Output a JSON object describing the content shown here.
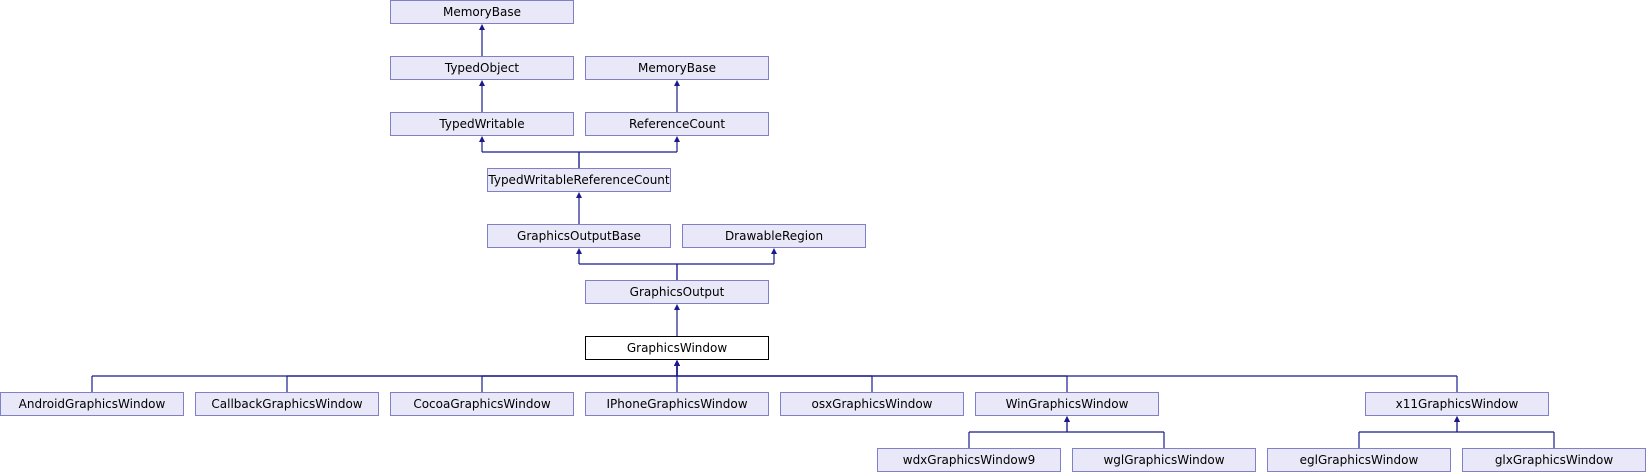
{
  "nodes": {
    "memorybase_a": "MemoryBase",
    "typedobject": "TypedObject",
    "memorybase_b": "MemoryBase",
    "typedwritable": "TypedWritable",
    "referencecount": "ReferenceCount",
    "typedwritablereferencecount": "TypedWritableReferenceCount",
    "graphicsoutputbase": "GraphicsOutputBase",
    "drawableregion": "DrawableRegion",
    "graphicsoutput": "GraphicsOutput",
    "graphicswindow": "GraphicsWindow",
    "androidgraphicswindow": "AndroidGraphicsWindow",
    "callbackgraphicswindow": "CallbackGraphicsWindow",
    "cocoagraphicswindow": "CocoaGraphicsWindow",
    "iphonegraphicswindow": "IPhoneGraphicsWindow",
    "osxgraphicswindow": "osxGraphicsWindow",
    "wingraphicswindow": "WinGraphicsWindow",
    "x11graphicswindow": "x11GraphicsWindow",
    "wdxgraphicswindow9": "wdxGraphicsWindow9",
    "wglgraphicswindow": "wglGraphicsWindow",
    "eglgraphicswindow": "eglGraphicsWindow",
    "glxgraphicswindow": "glxGraphicsWindow"
  },
  "edges": [
    {
      "from": "typedobject",
      "to": "memorybase_a"
    },
    {
      "from": "typedwritable",
      "to": "typedobject"
    },
    {
      "from": "referencecount",
      "to": "memorybase_b"
    },
    {
      "from": "typedwritablereferencecount",
      "to": "typedwritable"
    },
    {
      "from": "typedwritablereferencecount",
      "to": "referencecount"
    },
    {
      "from": "graphicsoutputbase",
      "to": "typedwritablereferencecount"
    },
    {
      "from": "graphicsoutput",
      "to": "graphicsoutputbase"
    },
    {
      "from": "graphicsoutput",
      "to": "drawableregion"
    },
    {
      "from": "graphicswindow",
      "to": "graphicsoutput"
    },
    {
      "from": "androidgraphicswindow",
      "to": "graphicswindow"
    },
    {
      "from": "callbackgraphicswindow",
      "to": "graphicswindow"
    },
    {
      "from": "cocoagraphicswindow",
      "to": "graphicswindow"
    },
    {
      "from": "iphonegraphicswindow",
      "to": "graphicswindow"
    },
    {
      "from": "osxgraphicswindow",
      "to": "graphicswindow"
    },
    {
      "from": "wingraphicswindow",
      "to": "graphicswindow"
    },
    {
      "from": "x11graphicswindow",
      "to": "graphicswindow"
    },
    {
      "from": "wdxgraphicswindow9",
      "to": "wingraphicswindow"
    },
    {
      "from": "wglgraphicswindow",
      "to": "wingraphicswindow"
    },
    {
      "from": "eglgraphicswindow",
      "to": "x11graphicswindow"
    },
    {
      "from": "glxgraphicswindow",
      "to": "x11graphicswindow"
    }
  ],
  "colors": {
    "node_fill": "#e8e8f8",
    "node_border": "#8080c8",
    "current_border": "#000000",
    "edge": "#1a1a8c"
  }
}
